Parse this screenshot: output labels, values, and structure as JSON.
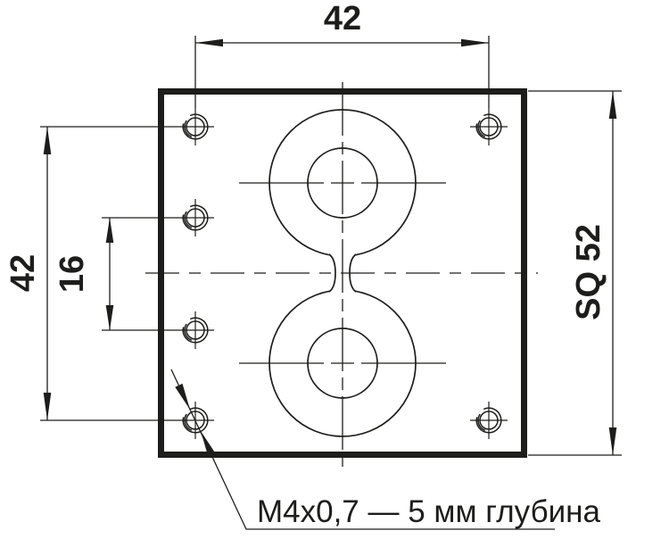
{
  "figure": {
    "kind": "technical-drawing-front-view",
    "dimensions": {
      "top_hole_spacing": "42",
      "left_hole_spacing": "42",
      "left_inner_spacing": "16",
      "square_size": "SQ 52"
    },
    "thread_callout": "M4x0,7 — 5 мм глубина",
    "features": {
      "plate": "square plate, thick outline",
      "threaded_holes_count": 6,
      "large_bores_count": 2
    }
  },
  "colors": {
    "ink": "#1d1d1b",
    "background": "#ffffff"
  }
}
